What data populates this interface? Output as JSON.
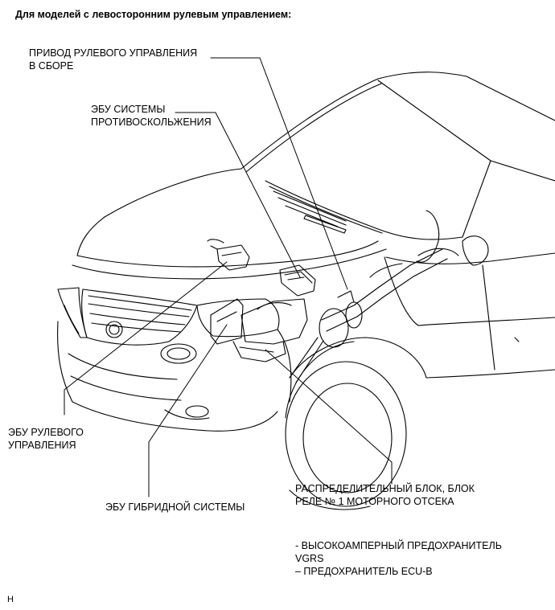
{
  "heading": "Для моделей с левосторонним рулевым управлением:",
  "callouts": {
    "steering_actuator": [
      "ПРИВОД РУЛЕВОГО УПРАВЛЕНИЯ",
      "В СБОРЕ"
    ],
    "skid_control_ecu": [
      "ЭБУ СИСТЕМЫ",
      "ПРОТИВОСКОЛЬЖЕНИЯ"
    ],
    "steering_ecu": [
      "ЭБУ РУЛЕВОГО",
      "УПРАВЛЕНИЯ"
    ],
    "hybrid_ecu": "ЭБУ ГИБРИДНОЙ СИСТЕМЫ",
    "relay_block": [
      "РАСПРЕДЕЛИТЕЛЬНЫЙ БЛОК, БЛОК",
      "РЕЛЕ № 1 МОТОРНОГО ОТСЕКА"
    ]
  },
  "notes": [
    "- ВЫСОКОАМПЕРНЫЙ ПРЕДОХРАНИТЕЛЬ",
    "VGRS",
    "– ПРЕДОХРАНИТЕЛЬ ECU-B"
  ],
  "corner_mark": "H"
}
